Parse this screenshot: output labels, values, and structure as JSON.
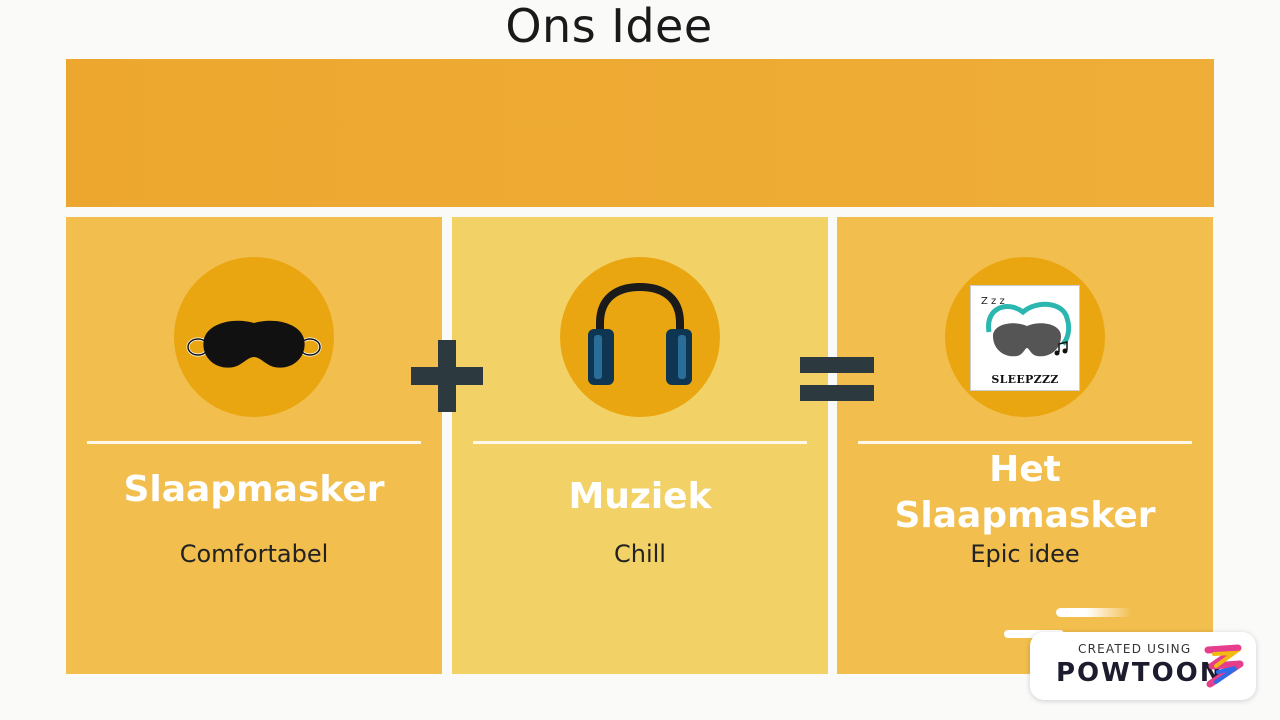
{
  "slide": {
    "title": "Ons Idee"
  },
  "cards": [
    {
      "name": "Slaapmasker",
      "description": "Comfortabel",
      "icon": "sleep-mask-icon"
    },
    {
      "name": "Muziek",
      "description": "Chill",
      "icon": "headphones-icon"
    },
    {
      "name": "Het\nSlaapmasker",
      "description": "Epic idee",
      "icon": "sleepzzz-logo-icon",
      "logo_text": "SLEEPZZZ",
      "logo_zzz": "Z z z"
    }
  ],
  "operators": {
    "plus": "plus-icon",
    "equals": "equals-icon"
  },
  "watermark": {
    "created_using": "CREATED USING",
    "brand": "POWTOON"
  },
  "colors": {
    "banner": "#eda72f",
    "card_orange": "#f2be4d",
    "card_yellow": "#f2d266",
    "circle": "#e9a611",
    "operator": "#2c3a40"
  }
}
